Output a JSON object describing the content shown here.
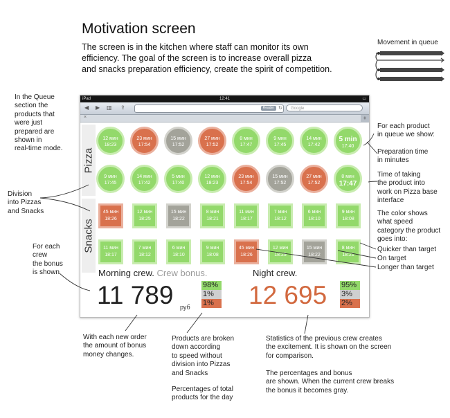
{
  "header": {
    "title": "Motivation screen",
    "intro_lines": [
      "The screen is in the kitchen where staff can monitor its own",
      "efficiency. The goal of the screen is to increase overall pizza",
      "and snacks preparation efficiency, create the spirit of competition."
    ]
  },
  "legend": {
    "title": "Movement in queue"
  },
  "left_notes": {
    "queue": [
      "In the Queue",
      "section the",
      "products that",
      "were just",
      "prepared are",
      "shown in",
      "real-time mode."
    ],
    "division": [
      "Division",
      "into Pizzas",
      "and Snacks"
    ],
    "crew": [
      "For each",
      "crew",
      "the bonus",
      "is shown"
    ]
  },
  "right_notes": {
    "each_product": [
      "For each product",
      "in queue we show:"
    ],
    "prep_time": [
      "Preparation time",
      "in minutes"
    ],
    "time_taking": [
      "Time of taking",
      "the product into",
      "work on Pizza base",
      "interface"
    ],
    "color_shows": [
      "The color shows",
      "what speed",
      "category the product",
      "goes into:"
    ],
    "quicker": "Quicker than target",
    "on_target": "On target",
    "longer": "Longer than target"
  },
  "bottom_notes": {
    "bonus_changes": [
      "With each new order",
      "the amount of bonus",
      "money changes."
    ],
    "broken_down": [
      "Products are broken",
      "down according",
      "to speed without",
      "division into Pizzas",
      "and Snacks"
    ],
    "percentages": [
      "Percentages of total",
      "products for the day"
    ],
    "statistics": [
      "Statistics of the previous crew creates",
      "the excitement. It is shown on the screen",
      "for comparison."
    ],
    "percent_bonus": [
      "The percentages and bonus",
      "are shown. When the current crew breaks",
      "the bonus it becomes gray."
    ]
  },
  "device": {
    "status_left": "iPad",
    "status_time": "12:41",
    "tab_close": "×",
    "tab_add": "+",
    "reader_label": "Reader",
    "search_placeholder": "Google"
  },
  "sections": {
    "pizza_label": "Pizza",
    "snacks_label": "Snacks"
  },
  "pizza_row1": [
    {
      "mins": "12 мин",
      "time": "18:23",
      "status": "green"
    },
    {
      "mins": "23 мин",
      "time": "17:54",
      "status": "red"
    },
    {
      "mins": "15 мин",
      "time": "17:52",
      "status": "gray"
    },
    {
      "mins": "27 мин",
      "time": "17:52",
      "status": "red"
    },
    {
      "mins": "8 мин",
      "time": "17:47",
      "status": "green"
    },
    {
      "mins": "9 мин",
      "time": "17:45",
      "status": "green"
    },
    {
      "mins": "14 мин",
      "time": "17:42",
      "status": "green"
    },
    {
      "mins": "5 min",
      "time": "17:40",
      "status": "green",
      "big_mins": true
    }
  ],
  "pizza_row2": [
    {
      "mins": "9 мин",
      "time": "17:45",
      "status": "green"
    },
    {
      "mins": "14 мин",
      "time": "17:42",
      "status": "green"
    },
    {
      "mins": "5 мин",
      "time": "17:40",
      "status": "green"
    },
    {
      "mins": "12 мин",
      "time": "18:23",
      "status": "green"
    },
    {
      "mins": "23 мин",
      "time": "17:54",
      "status": "red"
    },
    {
      "mins": "15 мин",
      "time": "17:52",
      "status": "gray"
    },
    {
      "mins": "27 мин",
      "time": "17:52",
      "status": "red"
    },
    {
      "mins": "8 мин",
      "time": "17:47",
      "status": "green",
      "big_time": true
    }
  ],
  "snacks_row1": [
    {
      "mins": "45 мин",
      "time": "18:26",
      "status": "red"
    },
    {
      "mins": "12 мин",
      "time": "18:25",
      "status": "green"
    },
    {
      "mins": "15 мин",
      "time": "18:22",
      "status": "gray"
    },
    {
      "mins": "8 мин",
      "time": "18:21",
      "status": "green"
    },
    {
      "mins": "11 мин",
      "time": "18:17",
      "status": "green"
    },
    {
      "mins": "7 мин",
      "time": "18:12",
      "status": "green"
    },
    {
      "mins": "6 мин",
      "time": "18:10",
      "status": "green"
    },
    {
      "mins": "9 мин",
      "time": "18:08",
      "status": "green"
    }
  ],
  "snacks_row2": [
    {
      "mins": "11 мин",
      "time": "18:17",
      "status": "green"
    },
    {
      "mins": "7 мин",
      "time": "18:12",
      "status": "green"
    },
    {
      "mins": "6 мин",
      "time": "18:10",
      "status": "green"
    },
    {
      "mins": "9 мин",
      "time": "18:08",
      "status": "green"
    },
    {
      "mins": "45 мин",
      "time": "18:26",
      "status": "red"
    },
    {
      "mins": "12 мин",
      "time": "18:25",
      "status": "green"
    },
    {
      "mins": "15 мин",
      "time": "18:22",
      "status": "gray"
    },
    {
      "mins": "8 мин",
      "time": "18:21",
      "status": "green"
    }
  ],
  "morning_crew": {
    "title": "Morning crew.",
    "subtitle": "Crew bonus.",
    "bonus": "11 789",
    "currency": "руб",
    "color": "#222222",
    "pct": [
      "98%",
      "1%",
      "1%"
    ]
  },
  "night_crew": {
    "title": "Night crew.",
    "bonus": "12 695",
    "color": "#d2693f",
    "pct": [
      "95%",
      "3%",
      "2%"
    ]
  },
  "colors": {
    "green": "#93d96b",
    "red": "#d9714d",
    "gray": "#a3a39a"
  }
}
